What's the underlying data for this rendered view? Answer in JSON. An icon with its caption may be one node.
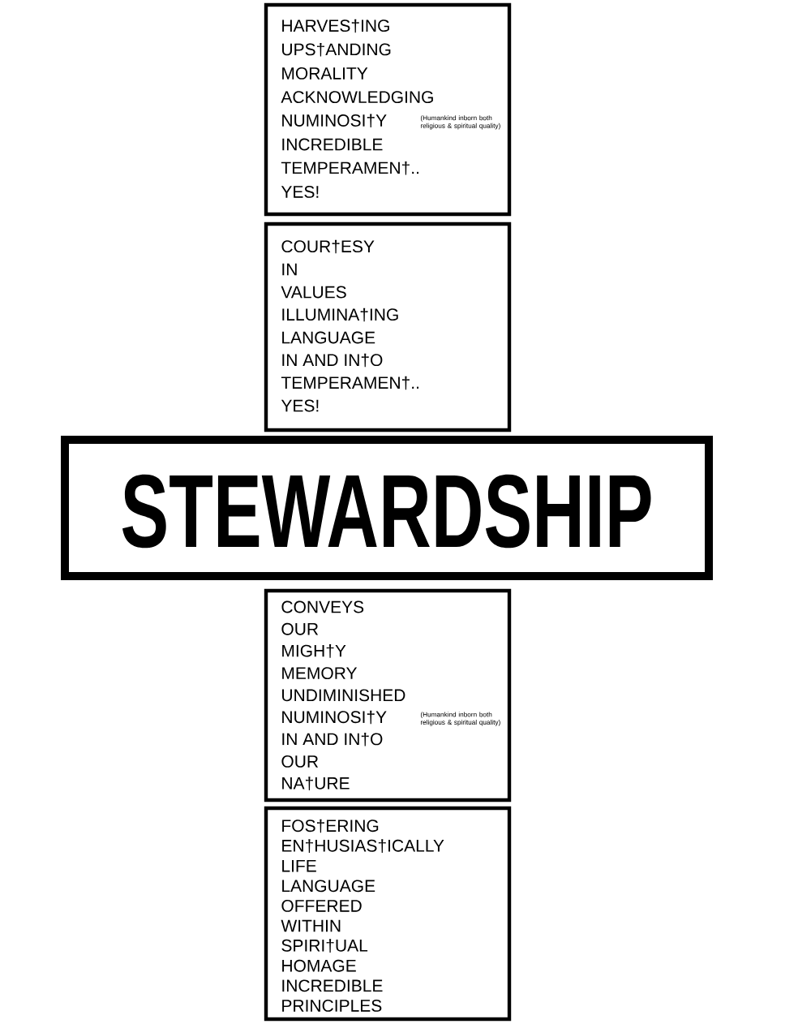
{
  "diagram": {
    "nodes": [
      {
        "text": [
          "HARVES†ING",
          "UPS†ANDING",
          "MORALITY",
          "ACKNOWLEDGING",
          "NUMINOSI†Y",
          "(Humankind inborn both religious & spiritual quality)",
          "INCREDIBLE",
          "TEMPERAMEN†..",
          "YES!"
        ]
      },
      {
        "text": [
          "COUR†ESY",
          "IN",
          "VALUES",
          "ILLUMINA†ING",
          "LANGUAGE",
          "IN AND IN†O",
          "TEMPERAMEN†..",
          "YES!"
        ]
      },
      {
        "text": [
          "STEWARDSHIP"
        ]
      },
      {
        "text": [
          "CONVEYS",
          "OUR",
          "MIGH†Y",
          "MEMORY",
          "UNDIMINISHED",
          "NUMINOSI†Y",
          "(Humankind inborn both religious & spiritual quality)",
          "IN AND IN†O",
          "OUR",
          "NA†URE"
        ]
      },
      {
        "text": [
          "FOS†ERING",
          "EN†HUSIAS†ICALLY",
          "LIFE",
          "LANGUAGE",
          "OFFERED",
          "WITHIN",
          "SPIRI†UAL",
          "HOMAGE",
          "INCREDIBLE",
          "PRINCIPLES"
        ]
      }
    ]
  }
}
